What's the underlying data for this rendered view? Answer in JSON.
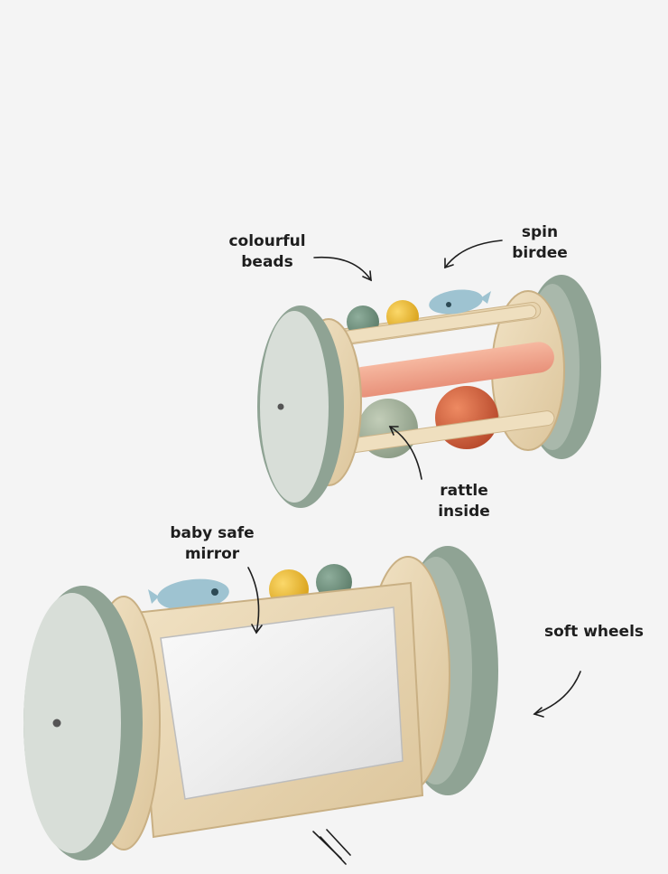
{
  "annotations": {
    "colourful_beads": {
      "line1": "colourful",
      "line2": "beads"
    },
    "spin_birdee": {
      "line1": "spin",
      "line2": "birdee"
    },
    "rattle_inside": {
      "line1": "rattle",
      "line2": "inside"
    },
    "baby_safe_mirror": {
      "line1": "baby safe",
      "line2": "mirror"
    },
    "soft_wheels": {
      "line1": "soft wheels"
    }
  },
  "colors": {
    "background": "#f4f4f4",
    "wood": "#ead9b8",
    "sage_wheel": "#8fa394",
    "sage_face": "#d8ded8",
    "peach_rod": "#f0a48a",
    "mustard_bead": "#f1c042",
    "rust_ball": "#d8633f",
    "bird_blue": "#9ec3d1",
    "mirror": "#eeeeee",
    "text": "#1e1e1e"
  }
}
